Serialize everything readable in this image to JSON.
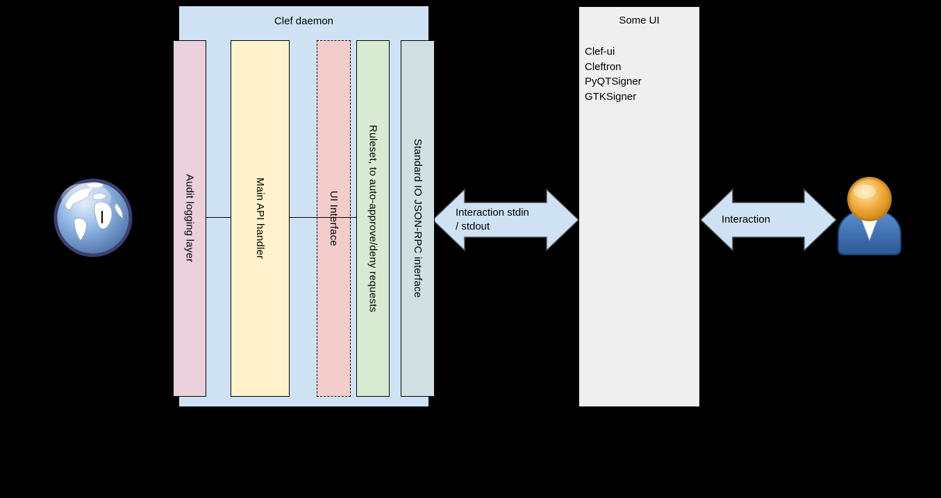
{
  "diagram": {
    "background_color": "#000000",
    "daemon": {
      "title": "Clef daemon",
      "fill": "#cfe2f3",
      "bars": [
        {
          "label": "Audit logging layer",
          "fill": "#ead1dc",
          "border_style": "solid"
        },
        {
          "label": "Main API handler",
          "fill": "#fff2cc",
          "border_style": "solid"
        },
        {
          "label": "UI Interface",
          "fill": "#f4cccc",
          "border_style": "dashed"
        },
        {
          "label": "Ruleset, to auto-approve/deny requests",
          "fill": "#d9ead3",
          "border_style": "solid"
        },
        {
          "label": "Standard IO JSON-RPC interface",
          "fill": "#d0e0e3",
          "border_style": "solid"
        }
      ]
    },
    "some_ui": {
      "title": "Some UI",
      "fill": "#efefef",
      "items": [
        "Clef-ui",
        "Cleftron",
        "PyQTSigner",
        "GTKSigner"
      ]
    },
    "arrows": {
      "stdio": {
        "fill": "#cfe2f3",
        "line1": "Interaction stdin",
        "line2": "/ stdout"
      },
      "user": {
        "fill": "#cfe2f3",
        "label": "Interaction"
      }
    },
    "icons": {
      "globe": "globe-icon",
      "person": "person-icon"
    }
  }
}
